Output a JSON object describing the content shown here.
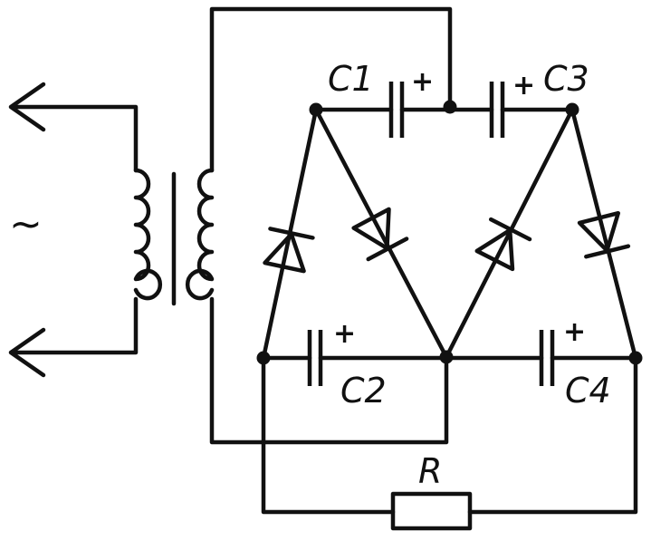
{
  "labels": {
    "c1": "C1",
    "c2": "C2",
    "c3": "C3",
    "c4": "C4",
    "r": "R",
    "ac": "~",
    "plus": "+"
  }
}
